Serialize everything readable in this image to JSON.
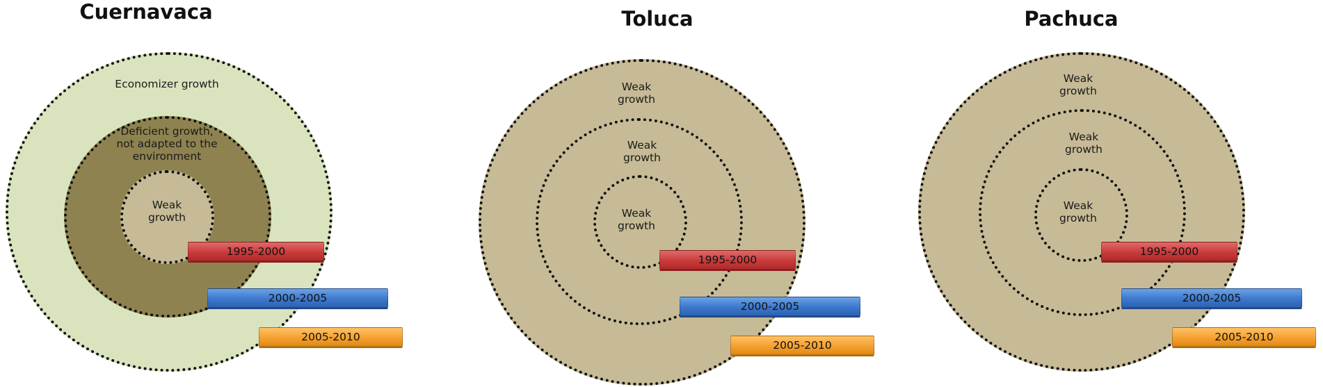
{
  "periods": [
    "1995-2000",
    "2000-2005",
    "2005-2010"
  ],
  "colors": {
    "outer_light": "#d9e4bf",
    "middle_dark": "#8e8350",
    "khaki": "#c6bb96",
    "red": "#c93a3a",
    "blue": "#3c78cc",
    "orange": "#f5a030"
  },
  "cities": [
    {
      "name": "Cuernavaca",
      "outer": "Economizer growth",
      "middle": "Deficient growth,\nnot adapted to the\nenvironment",
      "inner": "Weak\ngrowth"
    },
    {
      "name": "Toluca",
      "outer": "Weak\ngrowth",
      "middle": "Weak\ngrowth",
      "inner": "Weak\ngrowth"
    },
    {
      "name": "Pachuca",
      "outer": "Weak\ngrowth",
      "middle": "Weak\ngrowth",
      "inner": "Weak\ngrowth"
    }
  ]
}
